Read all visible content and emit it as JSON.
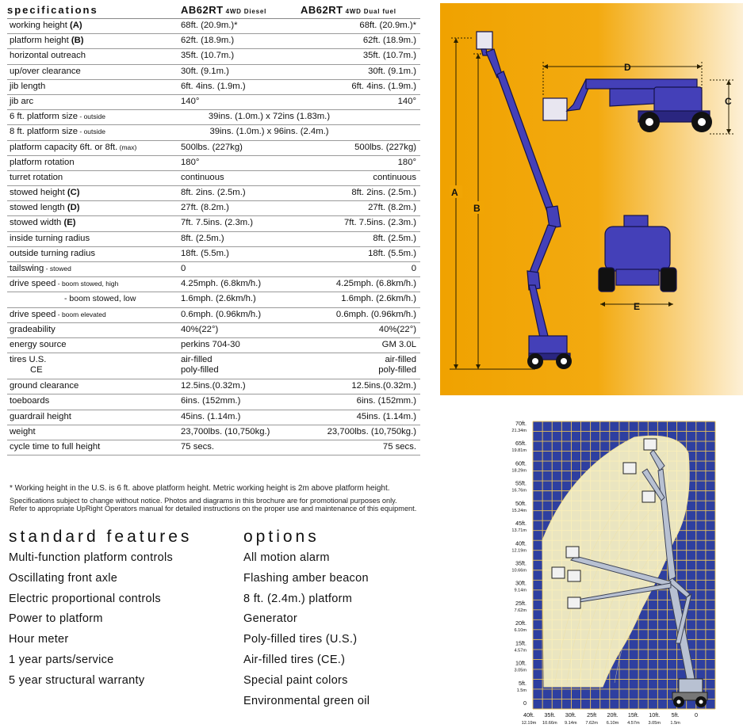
{
  "spec": {
    "title": "specifications",
    "col1": {
      "model": "AB62RT",
      "variant": "4WD Diesel"
    },
    "col2": {
      "model": "AB62RT",
      "variant": "4WD Dual fuel"
    },
    "rows": [
      {
        "label": "working height",
        "letter": "(A)",
        "diesel": "68ft. (20.9m.)*",
        "dual": "68ft. (20.9m.)*"
      },
      {
        "label": "platform height",
        "letter": "(B)",
        "diesel": "62ft. (18.9m.)",
        "dual": "62ft. (18.9m.)"
      },
      {
        "label": "horizontal outreach",
        "diesel": "35ft. (10.7m.)",
        "dual": "35ft. (10.7m.)"
      },
      {
        "label": "up/over clearance",
        "diesel": "30ft. (9.1m.)",
        "dual": "30ft. (9.1m.)"
      },
      {
        "label": "jib length",
        "diesel": "6ft. 4ins. (1.9m.)",
        "dual": "6ft. 4ins. (1.9m.)"
      },
      {
        "label": "jib arc",
        "diesel": "140°",
        "dual": "140°"
      },
      {
        "label": "6 ft. platform size",
        "sub": " - outside",
        "shared": "39ins. (1.0m.) x 72ins (1.83m.)"
      },
      {
        "label": "8 ft. platform size",
        "sub": " - outside",
        "shared": "39ins. (1.0m.) x 96ins. (2.4m.)"
      },
      {
        "label": "platform capacity 6ft. or 8ft.",
        "sub": " (max)",
        "diesel": "500lbs. (227kg)",
        "dual": "500lbs. (227kg)"
      },
      {
        "label": "platform rotation",
        "diesel": "180°",
        "dual": "180°"
      },
      {
        "label": "turret rotation",
        "diesel": "continuous",
        "dual": "continuous"
      },
      {
        "label": "stowed height",
        "letter": "(C)",
        "diesel": "8ft. 2ins. (2.5m.)",
        "dual": "8ft. 2ins. (2.5m.)"
      },
      {
        "label": "stowed length",
        "letter": "(D)",
        "diesel": "27ft. (8.2m.)",
        "dual": "27ft. (8.2m.)"
      },
      {
        "label": "stowed width",
        "letter": "(E)",
        "diesel": "7ft. 7.5ins. (2.3m.)",
        "dual": "7ft. 7.5ins. (2.3m.)"
      },
      {
        "label": "inside turning radius",
        "diesel": "8ft. (2.5m.)",
        "dual": "8ft. (2.5m.)"
      },
      {
        "label": "outside turning radius",
        "diesel": "18ft. (5.5m.)",
        "dual": "18ft. (5.5m.)"
      },
      {
        "label": "tailswing",
        "sub": " - stowed",
        "diesel": "0",
        "dual": "0"
      },
      {
        "label": "drive speed",
        "sub": " - boom stowed, high",
        "diesel": "4.25mph. (6.8km/h.)",
        "dual": "4.25mph. (6.8km/h.)"
      },
      {
        "indent": "- boom stowed, low",
        "diesel": "1.6mph. (2.6km/h.)",
        "dual": "1.6mph. (2.6km/h.)"
      },
      {
        "label": "drive speed",
        "sub": " - boom elevated",
        "diesel": "0.6mph. (0.96km/h.)",
        "dual": "0.6mph. (0.96km/h.)"
      },
      {
        "label": "gradeability",
        "diesel": "40%(22°)",
        "dual": "40%(22°)"
      },
      {
        "label": "energy source",
        "diesel": "perkins 704-30",
        "dual": "GM 3.0L"
      },
      {
        "label": "tires U.S.",
        "label2": "CE",
        "diesel": "air-filled",
        "diesel2": "poly-filled",
        "dual": "air-filled",
        "dual2": "poly-filled",
        "tall": true
      },
      {
        "label": "ground clearance",
        "diesel": "12.5ins.(0.32m.)",
        "dual": "12.5ins.(0.32m.)"
      },
      {
        "label": "toeboards",
        "diesel": "6ins. (152mm.)",
        "dual": "6ins. (152mm.)"
      },
      {
        "label": "guardrail height",
        "diesel": "45ins. (1.14m.)",
        "dual": "45ins. (1.14m.)"
      },
      {
        "label": "weight",
        "diesel": "23,700lbs. (10,750kg.)",
        "dual": "23,700lbs. (10,750kg.)"
      },
      {
        "label": "cycle time to full height",
        "diesel": "75 secs.",
        "dual": "75 secs."
      }
    ]
  },
  "notes": {
    "n1": "* Working height in the U.S. is 6 ft. above platform height. Metric working height is 2m above platform height.",
    "n2": "Specifications subject to change without notice. Photos and diagrams in this brochure are for promotional purposes only.",
    "n3": "Refer to appropriate UpRight Operators manual for detailed instructions on the proper use and maintenance of this equipment."
  },
  "standard_features": {
    "title": "standard features",
    "items": [
      "Multi-function platform controls",
      "Oscillating front axle",
      "Electric proportional controls",
      "Power to platform",
      "Hour meter",
      "1 year parts/service",
      "5 year structural warranty"
    ]
  },
  "options": {
    "title": "options",
    "items": [
      "All motion alarm",
      "Flashing amber beacon",
      "8 ft. (2.4m.) platform",
      "Generator",
      "Poly-filled tires (U.S.)",
      "Air-filled tires (CE.)",
      "Special paint colors",
      "Environmental green oil"
    ]
  },
  "dimension_diagram": {
    "labels": {
      "A": "A",
      "B": "B",
      "C": "C",
      "D": "D",
      "E": "E"
    },
    "colors": {
      "bg_left": "#f0a500",
      "bg_right": "#fbe7c0",
      "machine": "#4440b8",
      "outline": "#15124a"
    }
  },
  "range_chart": {
    "y_labels": [
      {
        "ft": "70ft.",
        "m": "21.34m"
      },
      {
        "ft": "65ft.",
        "m": "19.81m"
      },
      {
        "ft": "60ft.",
        "m": "18.29m"
      },
      {
        "ft": "55ft.",
        "m": "16.76m"
      },
      {
        "ft": "50ft.",
        "m": "15.24m"
      },
      {
        "ft": "45ft.",
        "m": "13.71m"
      },
      {
        "ft": "40ft.",
        "m": "12.19m"
      },
      {
        "ft": "35ft.",
        "m": "10.66m"
      },
      {
        "ft": "30ft.",
        "m": "9.14m"
      },
      {
        "ft": "25ft.",
        "m": "7.62m"
      },
      {
        "ft": "20ft.",
        "m": "6.10m"
      },
      {
        "ft": "15ft.",
        "m": "4.57m"
      },
      {
        "ft": "10ft.",
        "m": "3.05m"
      },
      {
        "ft": "5ft.",
        "m": "1.5m"
      },
      {
        "ft": "0",
        "m": ""
      }
    ],
    "x_labels": [
      {
        "ft": "40ft.",
        "m": "12.19m"
      },
      {
        "ft": "35ft.",
        "m": "10.66m"
      },
      {
        "ft": "30ft.",
        "m": "9.14m"
      },
      {
        "ft": "25ft",
        "m": "7.62m"
      },
      {
        "ft": "20ft.",
        "m": "6.10m"
      },
      {
        "ft": "15ft.",
        "m": "4.57m"
      },
      {
        "ft": "10ft.",
        "m": "3.05m"
      },
      {
        "ft": "5ft.",
        "m": "1.5m"
      },
      {
        "ft": "0",
        "m": ""
      }
    ],
    "colors": {
      "grid_bg": "#2e3fa0",
      "grid_line": "#e7c25a",
      "envelope": "#fbf3c2",
      "boom": "#aeb8c8"
    }
  }
}
